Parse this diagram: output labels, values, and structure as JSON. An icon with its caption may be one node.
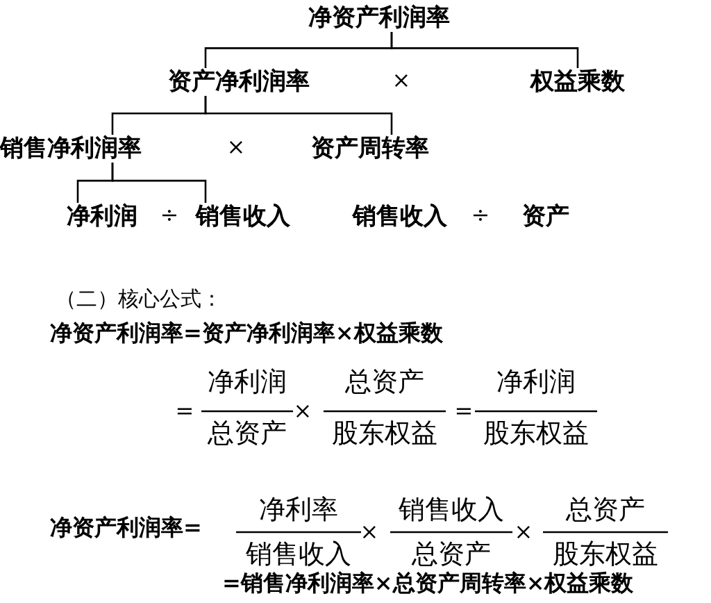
{
  "diagram": {
    "nodes": [
      {
        "text": [
          "净资产利润率"
        ]
      },
      {
        "text": [
          "资产净利润率"
        ]
      },
      {
        "text": [
          "权益乘数"
        ]
      },
      {
        "text": [
          "销售净利润率"
        ]
      },
      {
        "text": [
          "资产周转率"
        ]
      },
      {
        "text": [
          "净利润"
        ]
      },
      {
        "text": [
          "销售收入"
        ]
      },
      {
        "text": [
          "销售收入"
        ]
      },
      {
        "text": [
          "资产"
        ]
      }
    ],
    "edges": [
      {
        "from": 0,
        "to": 1,
        "arrow": "none"
      },
      {
        "from": 0,
        "to": 2,
        "arrow": "none"
      },
      {
        "from": 1,
        "to": 3,
        "arrow": "none"
      },
      {
        "from": 1,
        "to": 4,
        "arrow": "none"
      },
      {
        "from": 3,
        "to": 5,
        "arrow": "none"
      },
      {
        "from": 3,
        "to": 6,
        "arrow": "none"
      }
    ],
    "labels": [
      "×",
      "×",
      "÷",
      "÷",
      "（二）核心公式：",
      "净资产利润率=资产净利润率×权益乘数",
      "=",
      "净利润",
      "总资产",
      "×",
      "总资产",
      "股东权益",
      "=",
      "净利润",
      "股东权益",
      "净资产利润率=",
      "净利率",
      "销售收入",
      "×",
      "销售收入",
      "总资产",
      "×",
      "总资产",
      "股东权益",
      "=销售净利润率×总资产周转率×权益乘数"
    ]
  }
}
